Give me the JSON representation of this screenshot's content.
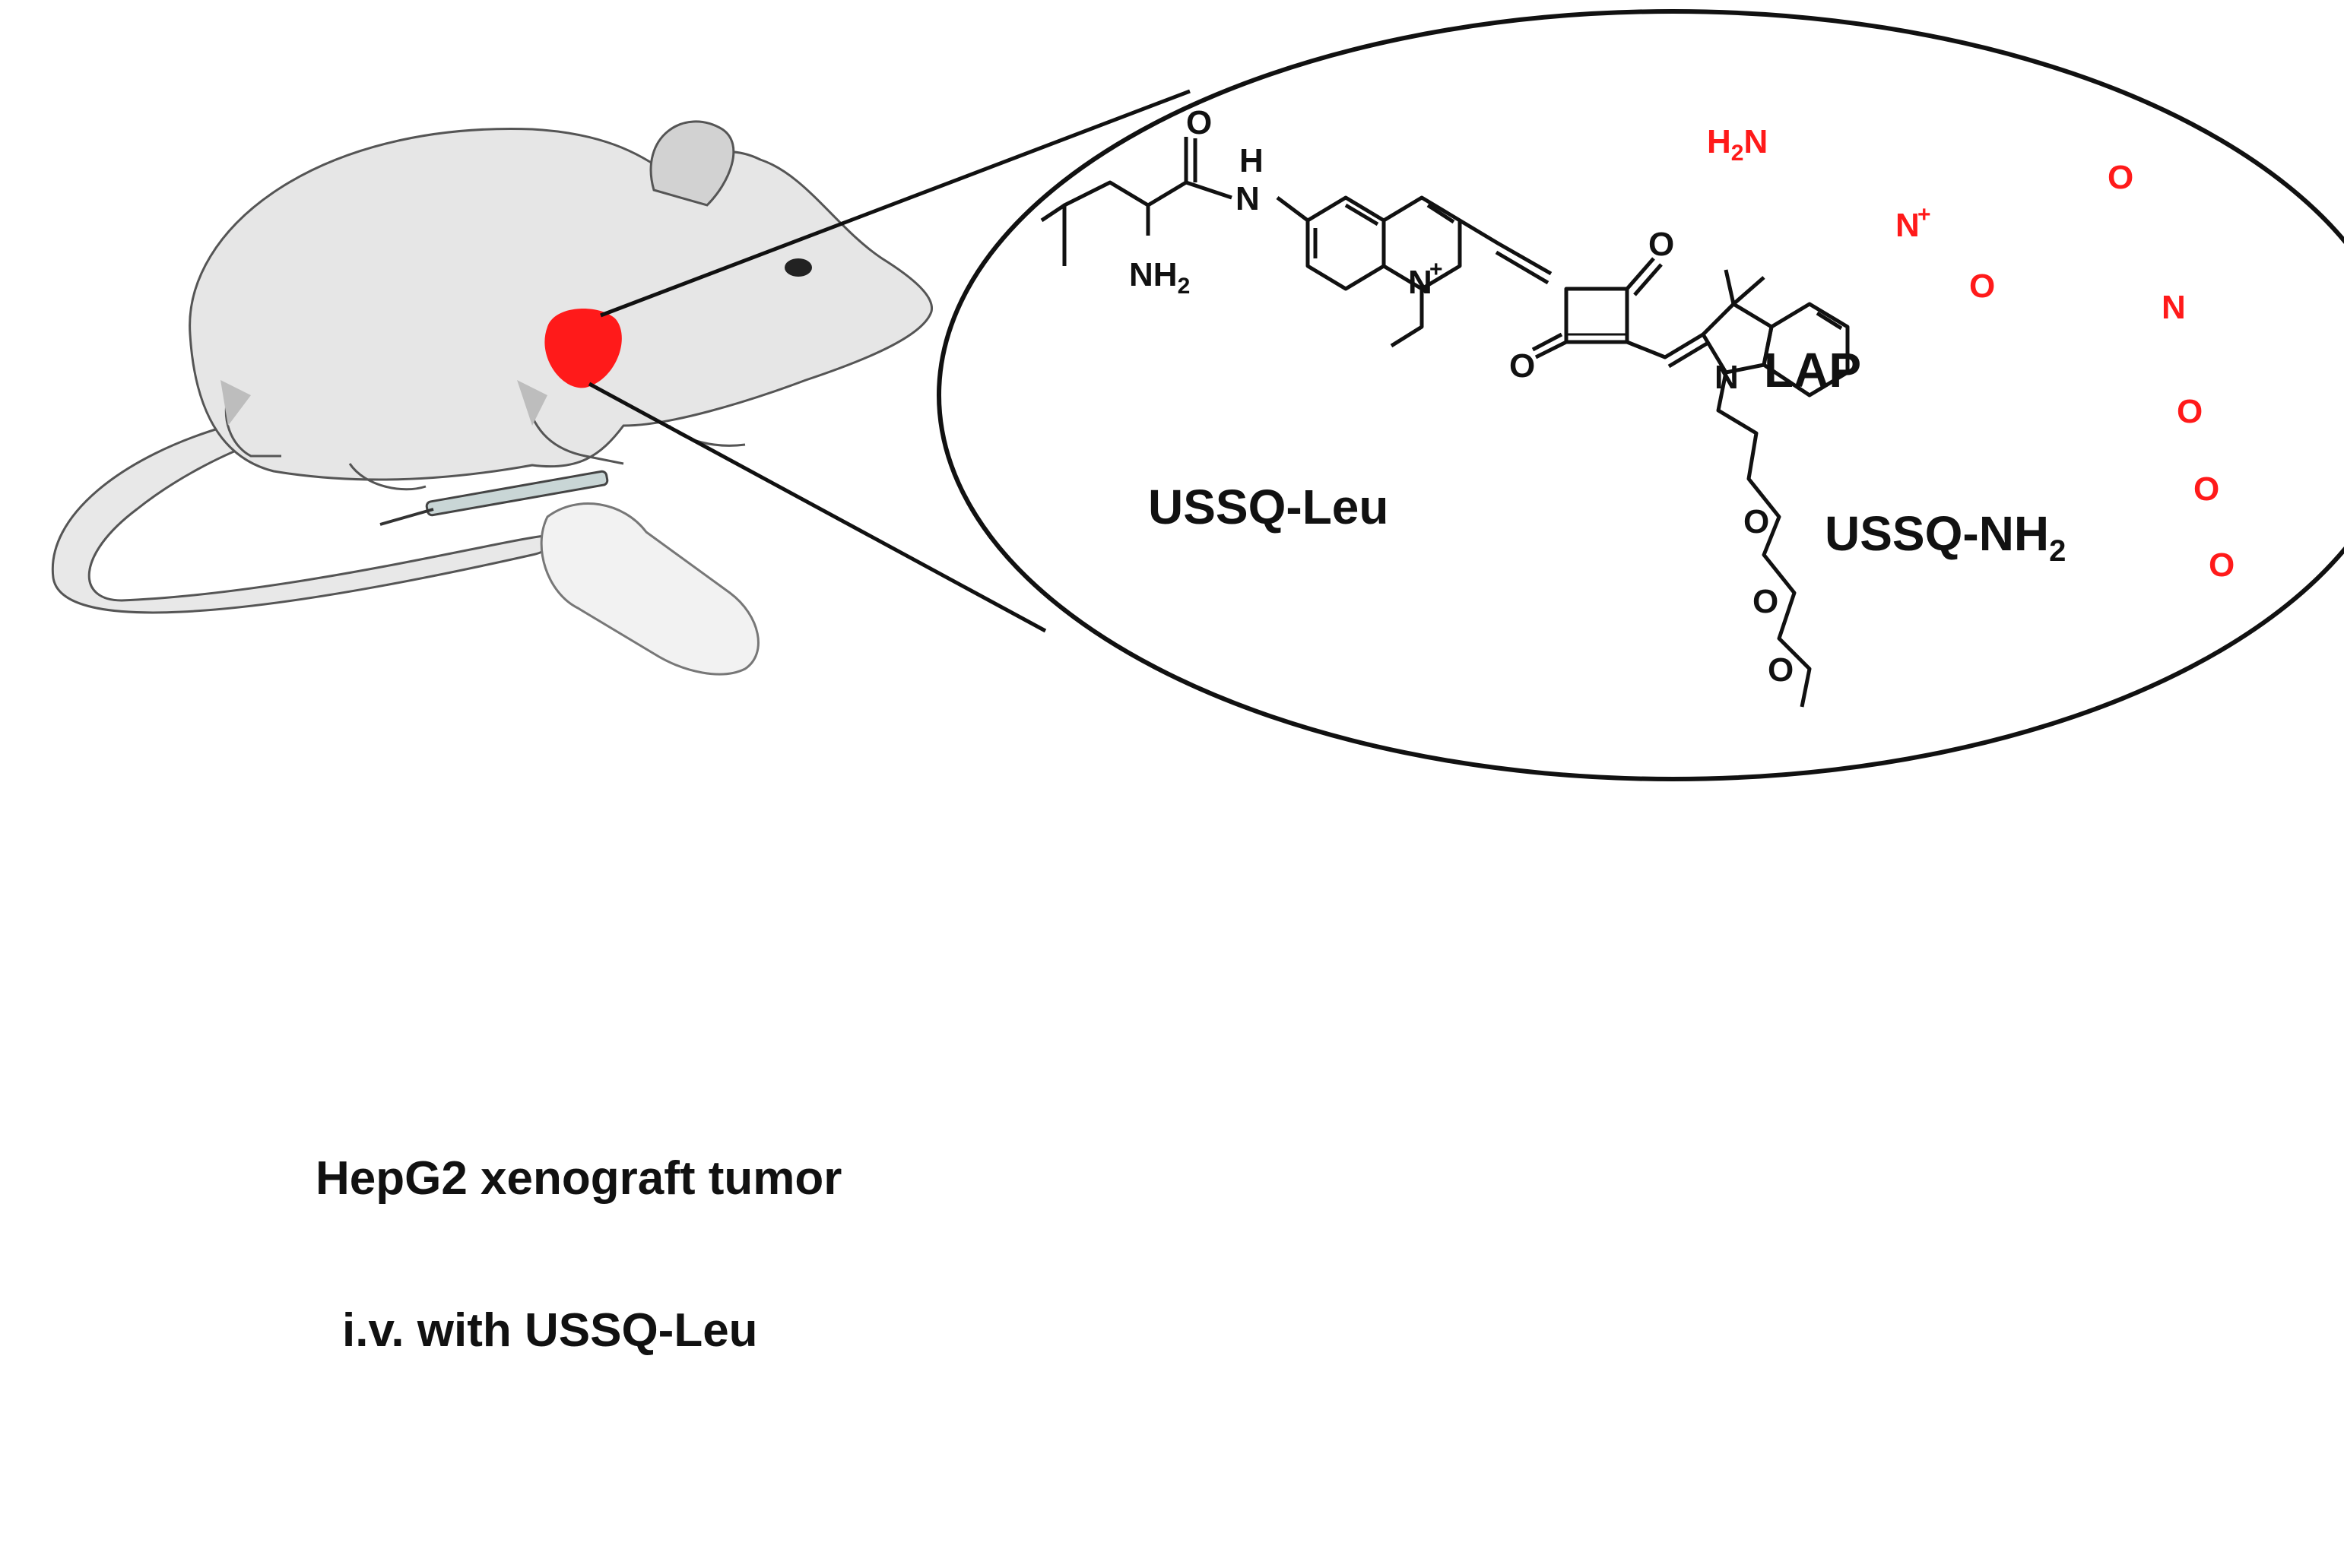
{
  "scheme": {
    "reactant_name": "USSQ-Leu",
    "enzyme_label": "LAP",
    "product_name_main": "USSQ-NH",
    "product_name_subscript": "2",
    "reactant_atoms": {
      "carbonyl_o": "O",
      "amide_h": "H",
      "amide_n": "N",
      "amine_n": "NH",
      "amine_sub": "2",
      "quin_n": "N",
      "plus": "+",
      "ketone_o1": "O",
      "ketone_o2": "O",
      "indole_n": "N",
      "peg_o1": "O",
      "peg_o2": "O",
      "peg_o3": "O"
    },
    "product_atoms": {
      "amine_h": "H",
      "amine_sub": "2",
      "amine_n": "N",
      "quin_n": "N",
      "plus": "+",
      "ketone_o1": "O",
      "ketone_o2": "O",
      "indole_n": "N",
      "peg_o1": "O",
      "peg_o2": "O",
      "peg_o3": "O"
    }
  },
  "legend": {
    "tumor_label": "HepG2 xenograft tumor",
    "injection_label": "i.v. with USSQ-Leu"
  },
  "colors": {
    "tumor": "#ff1a1a",
    "product_structure": "#ff1a1a",
    "mouse_body": "#e6e6e6",
    "outline": "#111111"
  },
  "icons": [
    "mouse-illustration",
    "hand-syringe-icon",
    "microscope-icon",
    "fluorescence-image"
  ]
}
